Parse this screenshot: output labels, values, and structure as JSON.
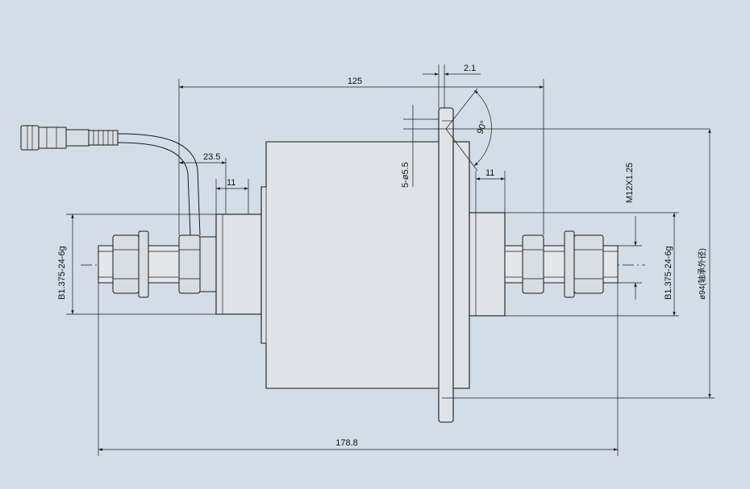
{
  "dimensions": {
    "total_length": "125",
    "flange_thickness": "2.1",
    "left_offset": "23.5",
    "left_thread_len": "11",
    "right_thread_len": "11",
    "overall_length": "178.8",
    "angle": "90°",
    "holes": "5-ø5.5",
    "shaft_thread": "M12X1.25",
    "left_thread": "B1.375-24-6g",
    "right_thread": "B1.375-24-6g",
    "diameter": "ø94(轴承外径)"
  },
  "colors": {
    "background": "#d3dde7",
    "line": "#1a1a1a",
    "body_fill": "#dfe3e7"
  }
}
